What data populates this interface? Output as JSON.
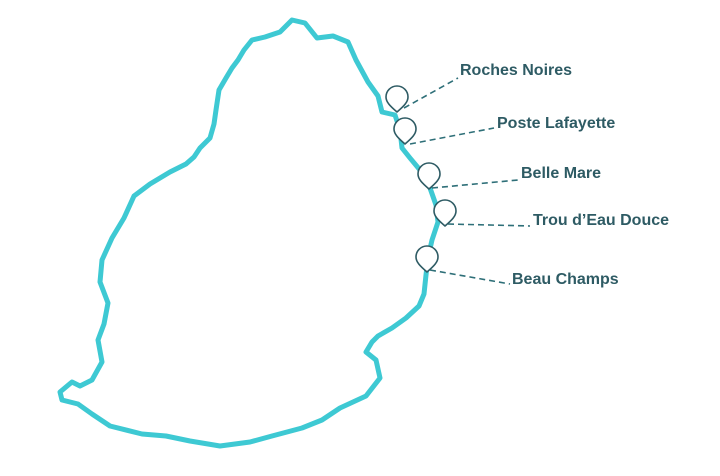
{
  "map": {
    "colors": {
      "coastline": "#3ec9d3",
      "pin": "#2e5b64",
      "leader": "#2e6f78",
      "label": "#2e5b64"
    },
    "places": [
      {
        "name": "Roches Noires",
        "icon": "map-pin-icon"
      },
      {
        "name": "Poste Lafayette",
        "icon": "map-pin-icon"
      },
      {
        "name": "Belle Mare",
        "icon": "map-pin-icon"
      },
      {
        "name": "Trou d’Eau Douce",
        "icon": "map-pin-icon"
      },
      {
        "name": "Beau Champs",
        "icon": "map-pin-icon"
      }
    ]
  }
}
